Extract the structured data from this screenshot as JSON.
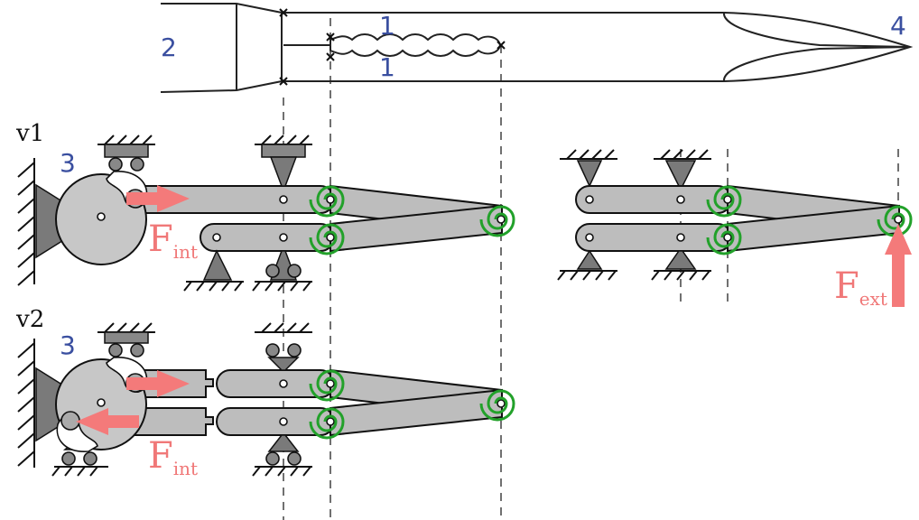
{
  "labels": {
    "part_2": "2",
    "part_1_top": "1",
    "part_1_bottom": "1",
    "part_4": "4",
    "variant_1": "v1",
    "variant_2": "v2",
    "part_3_v1": "3",
    "part_3_v2": "3",
    "force_int_v1_main": "F",
    "force_int_v1_sub": "int",
    "force_ext_main": "F",
    "force_ext_sub": "ext",
    "force_int_v2_main": "F",
    "force_int_v2_sub": "int"
  },
  "colors": {
    "label_blue": "#3a4fa0",
    "force_red": "#f47a7a",
    "spring_green": "#22a12a",
    "link_gray": "#bdbdbd",
    "support_gray": "#7a7a7a"
  },
  "icons": [
    "hinge-pin-icon",
    "torsion-spring-icon",
    "fixed-support-icon",
    "roller-support-icon",
    "force-arrow-icon"
  ]
}
